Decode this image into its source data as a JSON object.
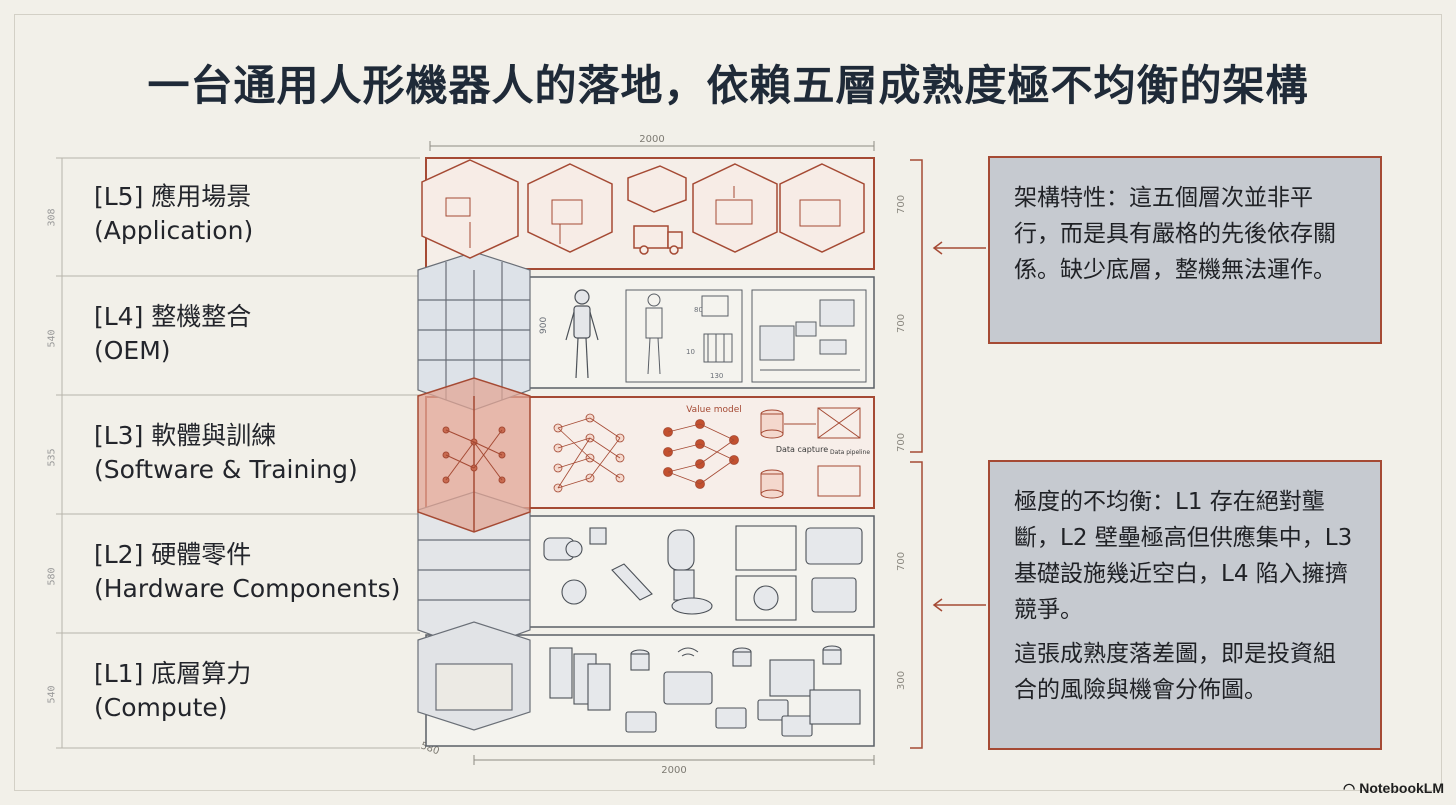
{
  "title": "一台通用人形機器人的落地，依賴五層成熟度極不均衡的架構",
  "layers": [
    {
      "id": "L5",
      "zh": "[L5] 應用場景",
      "en": "(Application)",
      "dim_left": "308",
      "dim_right": "700"
    },
    {
      "id": "L4",
      "zh": "[L4] 整機整合",
      "en": "(OEM)",
      "dim_left": "540",
      "dim_right": "700"
    },
    {
      "id": "L3",
      "zh": "[L3] 軟體與訓練",
      "en": "(Software & Training)",
      "dim_left": "535",
      "dim_right": "700"
    },
    {
      "id": "L2",
      "zh": "[L2] 硬體零件",
      "en": "(Hardware Components)",
      "dim_left": "580",
      "dim_right": "700"
    },
    {
      "id": "L1",
      "zh": "[L1] 底層算力",
      "en": "(Compute)",
      "dim_left": "540",
      "dim_right": "300"
    }
  ],
  "dims": {
    "top": "2000",
    "bottom": "2000",
    "bottom_left": "580",
    "l4_height": "900"
  },
  "diagram_text": {
    "value_model": "Value model",
    "data_capture": "Data capture",
    "data_pipeline": "Data pipeline",
    "l4_dim_a": "80",
    "l4_dim_b": "10",
    "l4_dim_c": "130"
  },
  "notes": {
    "top": [
      "架構特性：這五個層次並非平行，而是具有嚴格的先後依存關係。缺少底層，整機無法運作。"
    ],
    "bottom": [
      "極度的不均衡：L1 存在絕對壟斷，L2 壁壘極高但供應集中，L3 基礎設施幾近空白，L4 陷入擁擠競爭。",
      "這張成熟度落差圖，即是投資組合的風險與機會分佈圖。"
    ]
  },
  "brand": "NotebookLM",
  "colors": {
    "accent": "#a54a34",
    "sketch": "#5a5f66",
    "note_bg": "#c6cad0",
    "bg": "#f2f0e9"
  }
}
